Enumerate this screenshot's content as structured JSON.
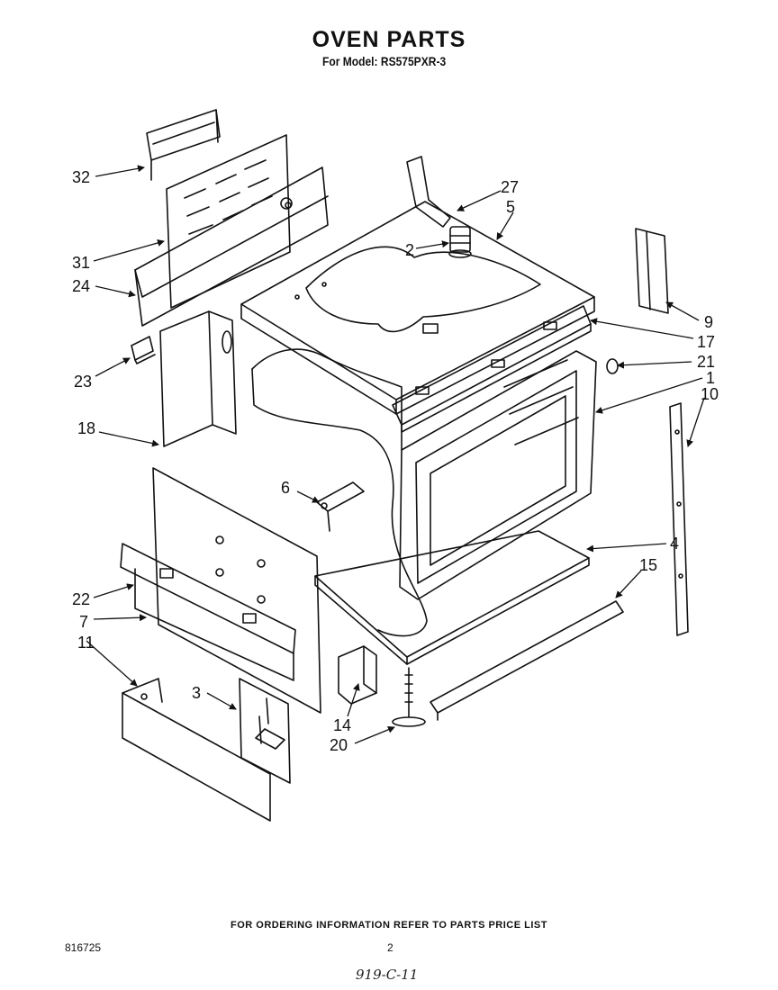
{
  "header": {
    "title": "OVEN PARTS",
    "model_line": "For Model: RS575PXR-3"
  },
  "callouts": [
    "32",
    "31",
    "24",
    "23",
    "18",
    "6",
    "22",
    "7",
    "11",
    "3",
    "14",
    "20",
    "27",
    "5",
    "2",
    "9",
    "17",
    "21",
    "1",
    "10",
    "4",
    "15"
  ],
  "footer": {
    "ordering_note": "FOR ORDERING INFORMATION REFER TO PARTS PRICE LIST",
    "document_number": "816725",
    "page_number": "2",
    "handwritten_code": "919-C-11"
  },
  "colors": {
    "ink": "#111111",
    "paper": "#ffffff"
  }
}
